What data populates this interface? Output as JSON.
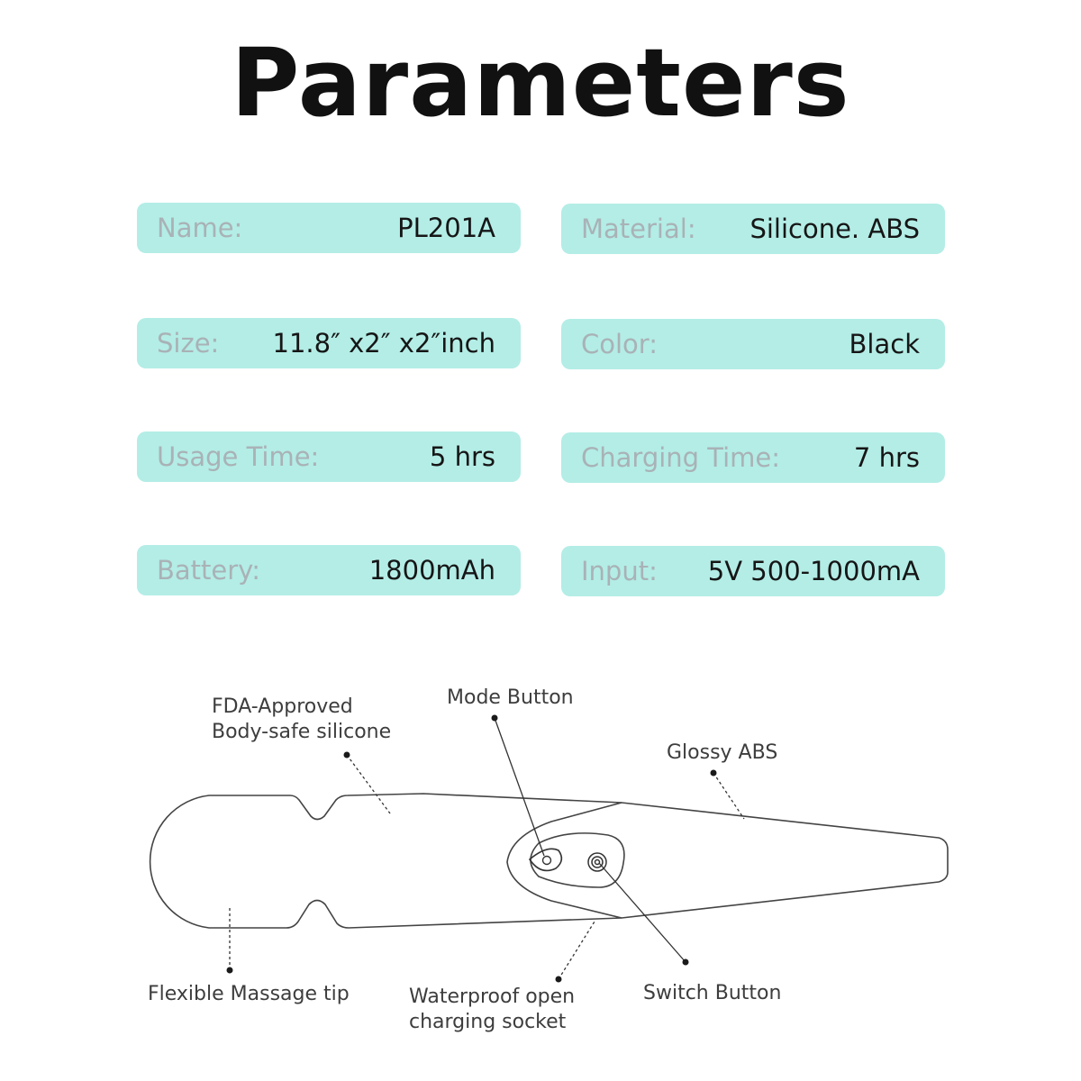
{
  "title": "Parameters",
  "colors": {
    "card_bg": "#b3ede6",
    "label": "#a9b2b6",
    "value": "#161616"
  },
  "params": [
    {
      "label": "Name:",
      "value": "PL201A"
    },
    {
      "label": "Material:",
      "value": "Silicone. ABS"
    },
    {
      "label": "Size:",
      "value": "11.8″ x2″ x2″inch"
    },
    {
      "label": "Color:",
      "value": "Black"
    },
    {
      "label": "Usage Time:",
      "value": "5 hrs"
    },
    {
      "label": "Charging Time:",
      "value": "7 hrs"
    },
    {
      "label": "Battery:",
      "value": "1800mAh"
    },
    {
      "label": "Input:",
      "value": "5V 500-1000mA"
    }
  ],
  "callouts": {
    "fda_line1": "FDA-Approved",
    "fda_line2": "Body-safe silicone",
    "mode_button": "Mode Button",
    "glossy_abs": "Glossy ABS",
    "massage_tip": "Flexible Massage tip",
    "socket_line1": "Waterproof open",
    "socket_line2": "charging socket",
    "switch_button": "Switch Button"
  }
}
